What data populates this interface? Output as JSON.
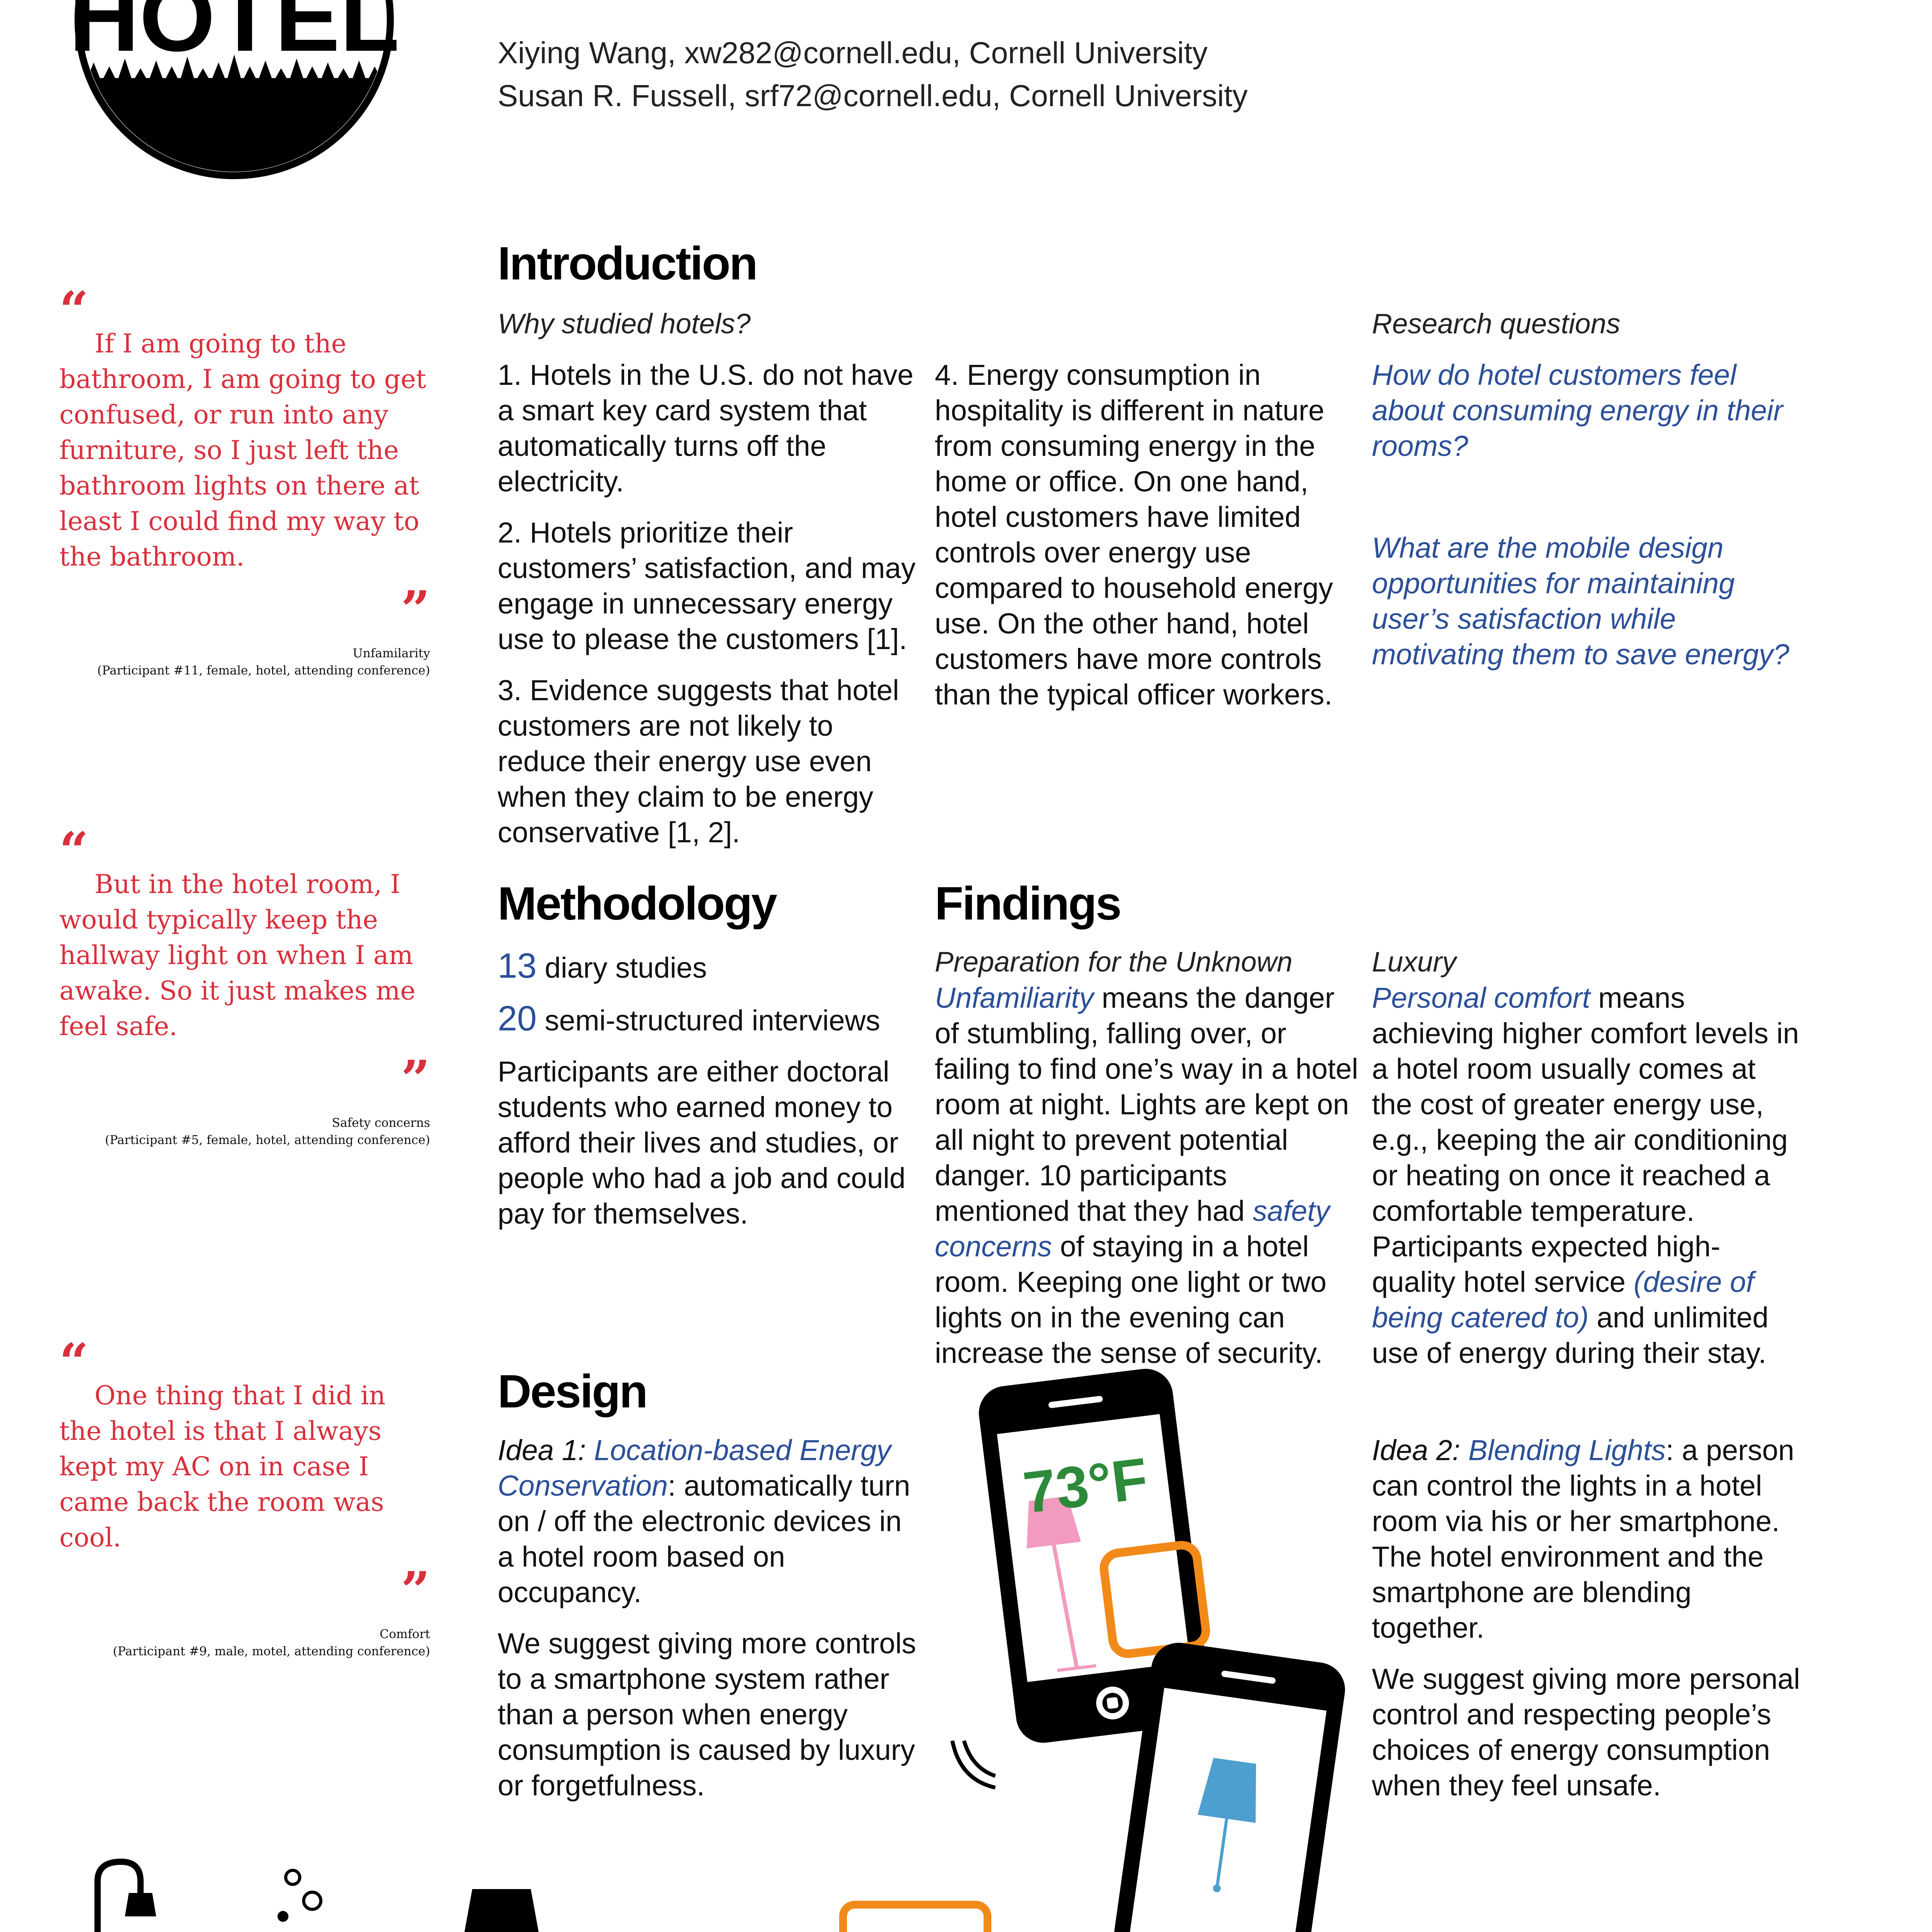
{
  "header": {
    "logo_text": "HOTEL",
    "authors": [
      "Xiying Wang, xw282@cornell.edu, Cornell University",
      "Susan R. Fussell, srf72@cornell.edu, Cornell University"
    ]
  },
  "quotes": [
    {
      "text": "If I am going to the bathroom, I am going to get confused, or run into any furniture, so I just left the bathroom lights on there at least I could find my way to the bathroom.",
      "tag": "Unfamilarity",
      "source": "(Participant #11, female, hotel, attending conference)"
    },
    {
      "text": "But in the hotel room, I would typically keep the hallway light on when I am awake. So it just makes me feel safe.",
      "tag": "Safety concerns",
      "source": "(Participant #5, female, hotel, attending conference)"
    },
    {
      "text": "One thing that I did in the hotel is that I always kept my AC on in case I came back the room was cool.",
      "tag": "Comfort",
      "source": "(Participant #9, male, motel, attending conference)"
    }
  ],
  "introduction": {
    "heading": "Introduction",
    "subheading": "Why studied hotels?",
    "points": [
      "1. Hotels in the U.S. do not have a smart key card system that automatically turns off the electricity.",
      "2. Hotels prioritize their customers’ satisfaction, and may engage in unnecessary energy use to please the customers [1].",
      "3. Evidence suggests that hotel customers are not likely to reduce their energy use even when they claim to be energy conservative [1, 2].",
      "4. Energy consumption in hospitality is different in nature from consuming energy in the home or office. On one hand, hotel customers have limited controls over energy use compared to household energy use. On the other hand, hotel customers have more controls than the typical officer workers."
    ],
    "rq_label": "Research questions",
    "rq": [
      "How do hotel customers feel about consuming energy in their rooms?",
      "What are the mobile design opportunities for maintaining user’s satisfaction while motivating them to save energy?"
    ]
  },
  "methodology": {
    "heading": "Methodology",
    "diary_count": "13",
    "diary_label": "diary studies",
    "interview_count": "20",
    "interview_label": "semi-structured interviews",
    "participants": "Participants are either doctoral students who earned money to afford their lives and studies, or people who had a job and could pay for themselves."
  },
  "findings": {
    "heading": "Findings",
    "col1_sub": "Preparation for the Unknown",
    "col1_term": "Unfamiliarity",
    "col1_a": " means the danger of stumbling, falling over, or failing to find one’s way in a hotel room at night. Lights are kept on all night to prevent potential danger. 10 participants mentioned that they had ",
    "col1_term2": "safety concerns",
    "col1_b": " of staying in a hotel room. Keeping one light or two lights on in the evening can increase the sense of security.",
    "col2_sub": "Luxury",
    "col2_term": "Personal comfort",
    "col2_a": " means achieving higher comfort levels in a hotel room usually comes at the cost of greater energy use, e.g., keeping the air conditioning or heating on once it reached a comfortable temperature. Participants expected high-quality hotel service ",
    "col2_term2": "(desire of being catered to)",
    "col2_b": " and unlimited use of energy during their stay."
  },
  "design": {
    "heading": "Design",
    "idea1_label": "Idea 1: ",
    "idea1_term": "Location-based Energy Conservation",
    "idea1_text": ": automatically turn on / off the electronic devices in a hotel room based on occupancy.",
    "idea1_suggest": "We suggest giving more controls to a smartphone system rather than a person when energy consumption is caused by luxury or forgetfulness.",
    "idea2_label": "Idea 2: ",
    "idea2_term": "Blending Lights",
    "idea2_text": ": a person can control the lights in a hotel room via his or her smartphone. The hotel environment and the smartphone are blending together.",
    "idea2_suggest": "We suggest giving more personal control and respecting people’s choices of energy consumption when they feel unsafe.",
    "phone_temp": "73°F"
  },
  "colors": {
    "quote_red": "#d8303c",
    "accent_blue": "#2b4f98",
    "temp_green": "#2c8a3a",
    "lamp_pink": "#f29ac0",
    "lamp_blue": "#4c9fcf",
    "tv_orange": "#f28a1a"
  }
}
